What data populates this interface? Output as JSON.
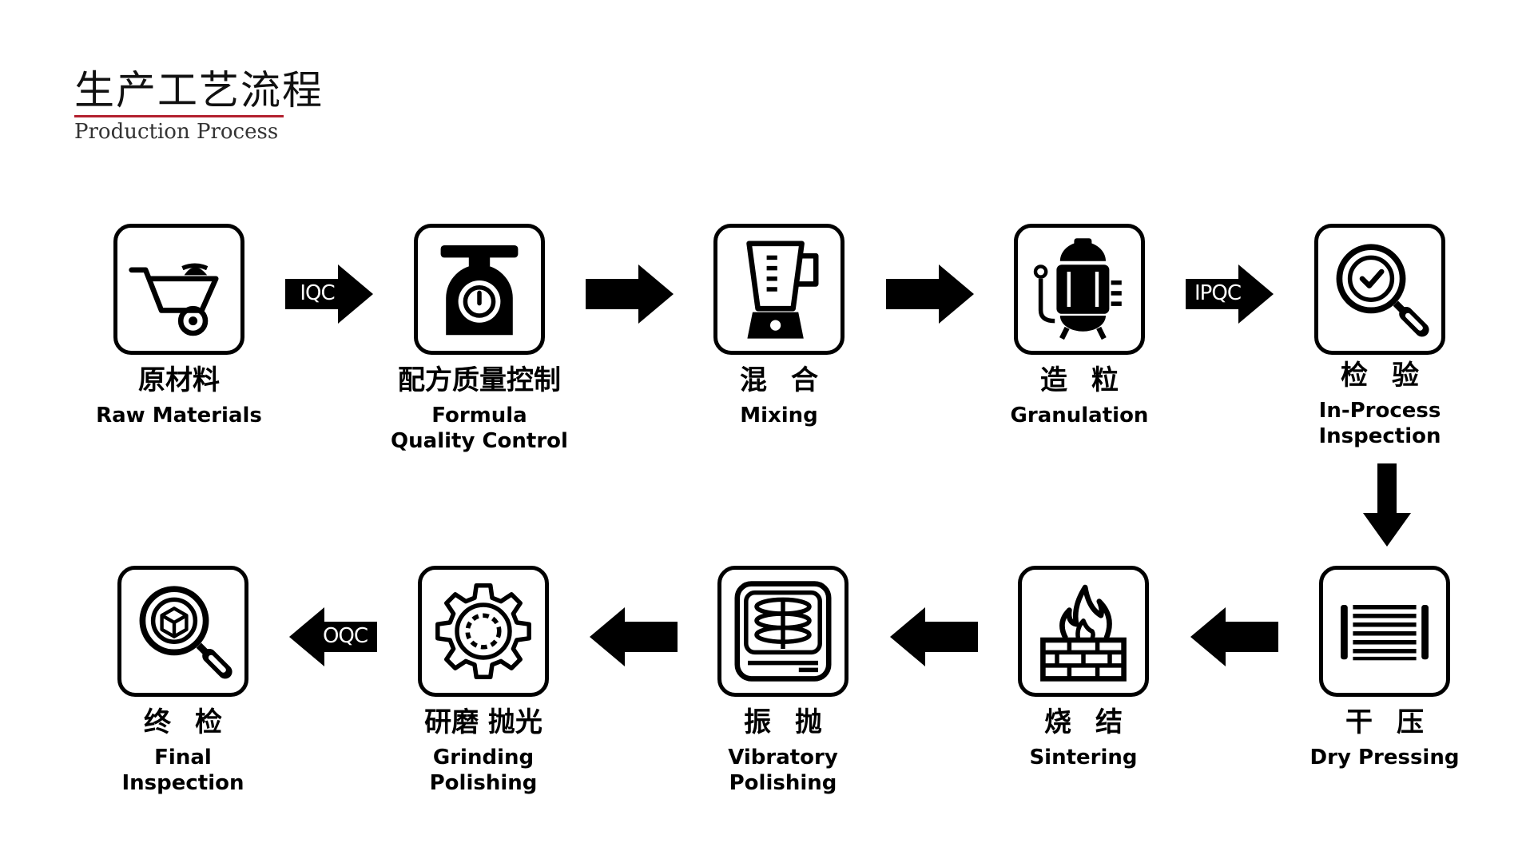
{
  "header": {
    "title_cn": "生产工艺流程",
    "title_en": "Production Process",
    "accent_color": "#b2202e"
  },
  "steps": [
    {
      "name_cn": "原材料",
      "name_en": "Raw Materials",
      "icon": "wheelbarrow-icon"
    },
    {
      "name_cn": "配方质量控制",
      "name_en": "Formula Quality Control",
      "icon": "kitchen-scale-icon"
    },
    {
      "name_cn": "混合",
      "name_en": "Mixing",
      "icon": "blender-icon"
    },
    {
      "name_cn": "造粒",
      "name_en": "Granulation",
      "icon": "granulator-tank-icon"
    },
    {
      "name_cn": "检验",
      "name_en": "In-Process Inspection",
      "icon": "magnifier-check-icon"
    },
    {
      "name_cn": "干压",
      "name_en": "Dry Pressing",
      "icon": "press-plate-icon"
    },
    {
      "name_cn": "烧结",
      "name_en": "Sintering",
      "icon": "kiln-fire-icon"
    },
    {
      "name_cn": "振抛",
      "name_en": "Vibratory Polishing",
      "icon": "vibratory-tub-icon"
    },
    {
      "name_cn": "研磨 抛光",
      "name_en": "Grinding Polishing",
      "icon": "gear-icon"
    },
    {
      "name_cn": "终检",
      "name_en": "Final Inspection",
      "icon": "magnifier-box-icon"
    }
  ],
  "arrows": [
    {
      "label": "IQC",
      "direction": "right"
    },
    {
      "label": "",
      "direction": "right"
    },
    {
      "label": "",
      "direction": "right"
    },
    {
      "label": "IPQC",
      "direction": "right"
    },
    {
      "label": "",
      "direction": "down"
    },
    {
      "label": "",
      "direction": "left"
    },
    {
      "label": "",
      "direction": "left"
    },
    {
      "label": "",
      "direction": "left"
    },
    {
      "label": "OQC",
      "direction": "left"
    }
  ]
}
